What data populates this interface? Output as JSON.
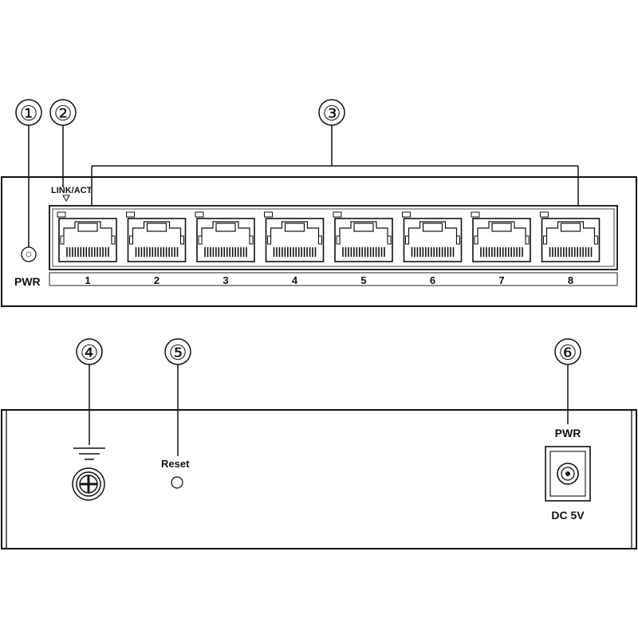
{
  "front_panel": {
    "pwr_label": "PWR",
    "link_act_label": "LINK/ACT",
    "ports": [
      {
        "label": "1"
      },
      {
        "label": "2"
      },
      {
        "label": "3"
      },
      {
        "label": "4"
      },
      {
        "label": "5"
      },
      {
        "label": "6"
      },
      {
        "label": "7"
      },
      {
        "label": "8"
      }
    ]
  },
  "rear_panel": {
    "reset_label": "Reset",
    "power_label": "PWR",
    "dc_label": "DC 5V"
  },
  "callouts": [
    "①",
    "②",
    "③",
    "④",
    "⑤",
    "⑥"
  ],
  "icons": {
    "ground": "ground-icon",
    "screw": "ground-screw-icon",
    "power_led": "power-led-icon",
    "reset": "reset-hole-icon",
    "dc_jack": "dc-jack-icon"
  }
}
